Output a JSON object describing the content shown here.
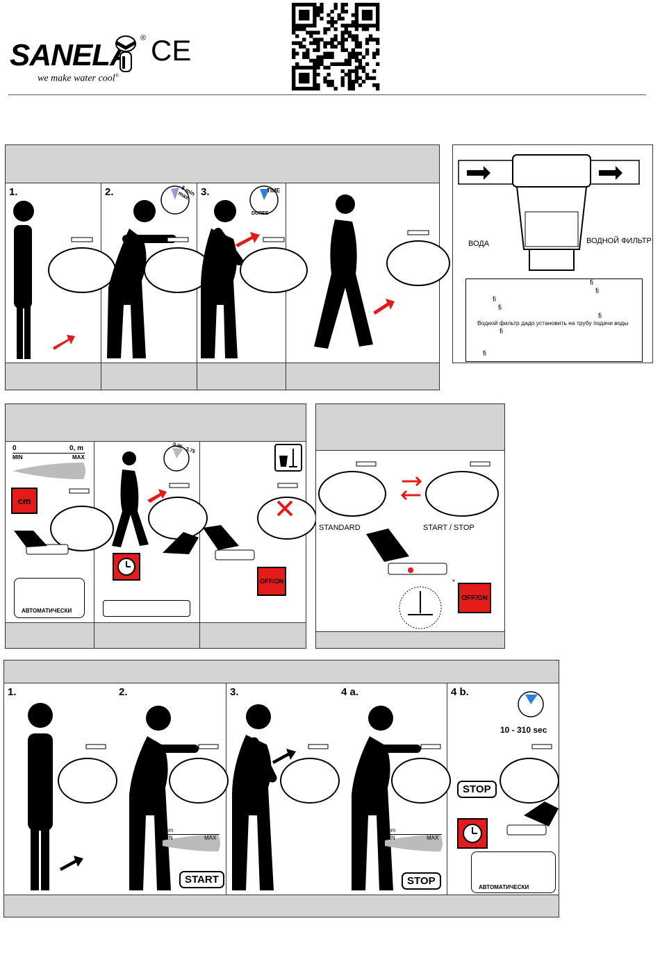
{
  "header": {
    "brand": "SANELA",
    "registered": "®",
    "ce": "CE",
    "tagline": "we make water cool",
    "tagline_reg": "®"
  },
  "section1": {
    "steps": [
      "1.",
      "2.",
      "3."
    ],
    "badge2": "5 min max",
    "badge3_a": "TIME",
    "badge3_b": "DUREE"
  },
  "filter_panel": {
    "label_water": "ВОДА",
    "label_filter": "ВОДНОЙ ФИЛЬТР",
    "note_lines": [
      "fi",
      "fi",
      "fi",
      "fi",
      "fi",
      "Водной фильтр дадо установить на трубу подачи воды",
      "fi",
      "fi"
    ]
  },
  "section2": {
    "scale_left": "0",
    "scale_right": "0,   m",
    "scale_min": "MIN",
    "scale_max": "MAX",
    "cm_label": "cm",
    "auto_label": "АВТОМАТИЧЕСКИ",
    "badge_range": "0,25 - 3,75",
    "offon": "OFF/ON"
  },
  "section3": {
    "standard": "STANDARD",
    "startstop": "START / STOP",
    "asterisk": "*",
    "offon": "OFF/ON"
  },
  "section4": {
    "steps": [
      "1.",
      "2.",
      "3.",
      "4 a.",
      "4 b."
    ],
    "dist": "5 cm",
    "min": "MIN",
    "max": "MAX",
    "start": "START",
    "stop": "STOP",
    "range": "10 - 310 sec",
    "auto_label": "АВТОМАТИЧЕСКИ"
  },
  "colors": {
    "red": "#e31b1b",
    "gray": "#d4d4d4",
    "blue": "#2e7fd6"
  }
}
